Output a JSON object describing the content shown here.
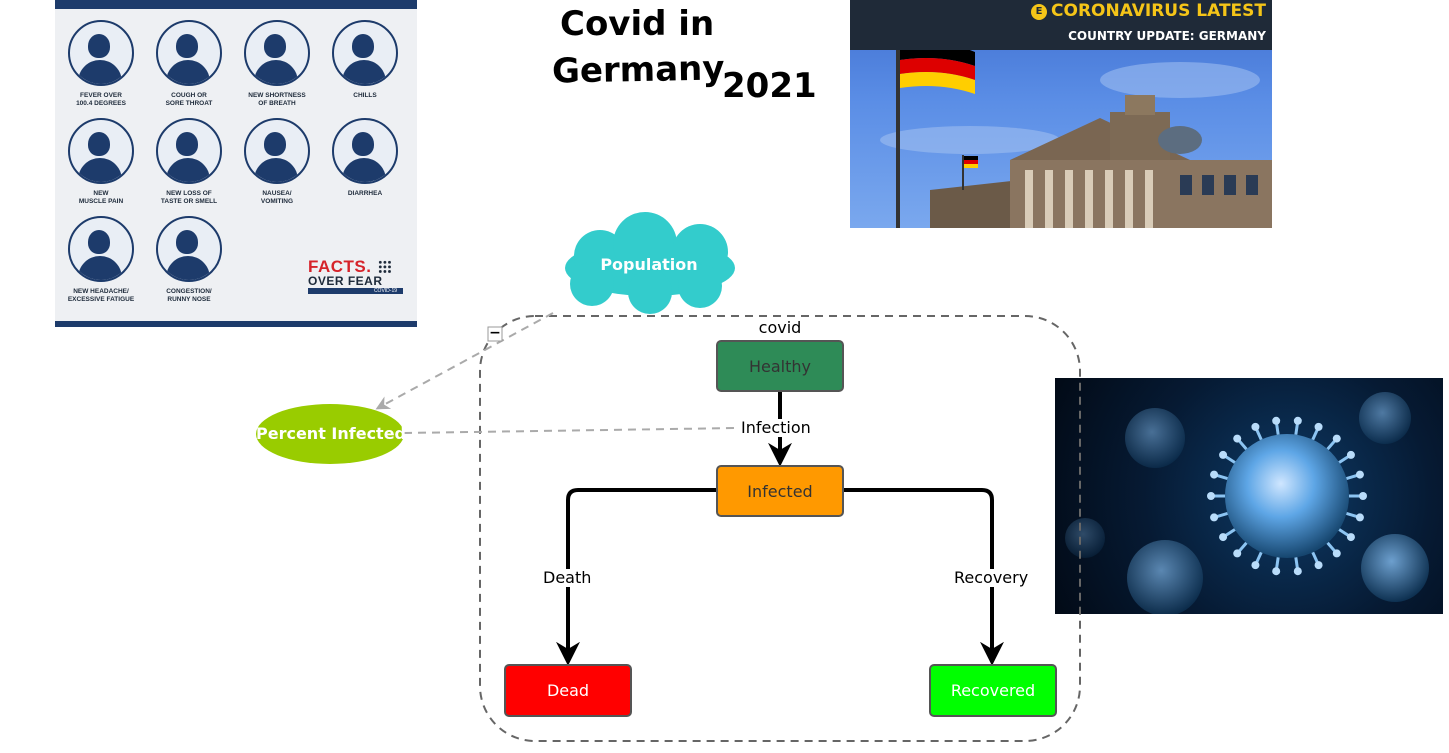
{
  "title": {
    "line1": "Covid in",
    "line2": "Germany",
    "year": "2021"
  },
  "symptoms_panel": {
    "items": [
      {
        "label": "FEVER OVER\n100.4 DEGREES",
        "icon": "thermometer-icon"
      },
      {
        "label": "COUGH OR\nSORE THROAT",
        "icon": "cough-icon"
      },
      {
        "label": "NEW SHORTNESS\nOF BREATH",
        "icon": "breath-icon"
      },
      {
        "label": "CHILLS",
        "icon": "snowflake-icon"
      },
      {
        "label": "NEW\nMUSCLE PAIN",
        "icon": "muscle-pain-icon"
      },
      {
        "label": "NEW LOSS OF\nTASTE OR SMELL",
        "icon": "taste-loss-icon"
      },
      {
        "label": "NAUSEA/\nVOMITING",
        "icon": "nausea-icon"
      },
      {
        "label": "DIARRHEA",
        "icon": "stomach-icon"
      },
      {
        "label": "NEW HEADACHE/\nEXCESSIVE FATIGUE",
        "icon": "headache-icon"
      },
      {
        "label": "CONGESTION/\nRUNNY NOSE",
        "icon": "runny-nose-icon"
      }
    ],
    "facts_line1": "FACTS.",
    "facts_line2": "OVER FEAR",
    "facts_line3": "COVID-19"
  },
  "news_image": {
    "headline": "CORONAVIRUS LATEST",
    "subheadline": "COUNTRY UPDATE: GERMANY",
    "badge": "E"
  },
  "diagram": {
    "container_label": "covid",
    "population_label": "Population",
    "percent_label": "Percent Infected",
    "collapse_symbol": "−",
    "nodes": {
      "healthy": "Healthy",
      "infected": "Infected",
      "dead": "Dead",
      "recovered": "Recovered"
    },
    "edges": {
      "infection": "Infection",
      "death": "Death",
      "recovery": "Recovery"
    },
    "colors": {
      "healthy": "#2e8b57",
      "infected": "#ff9900",
      "dead": "#ff0000",
      "recovered": "#00ff00",
      "population": "#33cccc",
      "percent": "#99cc00"
    }
  }
}
